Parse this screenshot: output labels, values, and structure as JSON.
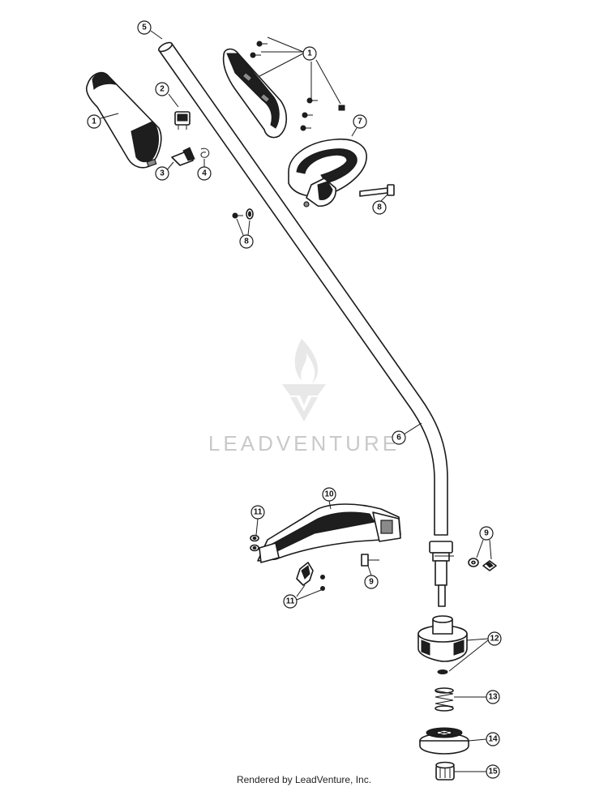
{
  "watermark": {
    "text": "LEADVENTURE"
  },
  "footer": {
    "text": "Rendered by LeadVenture, Inc."
  },
  "callouts": {
    "c1_handle": "1",
    "c1_screws": "1",
    "c2": "2",
    "c3": "3",
    "c4": "4",
    "c5": "5",
    "c6": "6",
    "c7": "7",
    "c8_top": "8",
    "c8_left": "8",
    "c9_right": "9",
    "c9_left": "9",
    "c10": "10",
    "c11_top": "11",
    "c11_bottom": "11",
    "c12": "12",
    "c13": "13",
    "c14": "14",
    "c15": "15"
  }
}
